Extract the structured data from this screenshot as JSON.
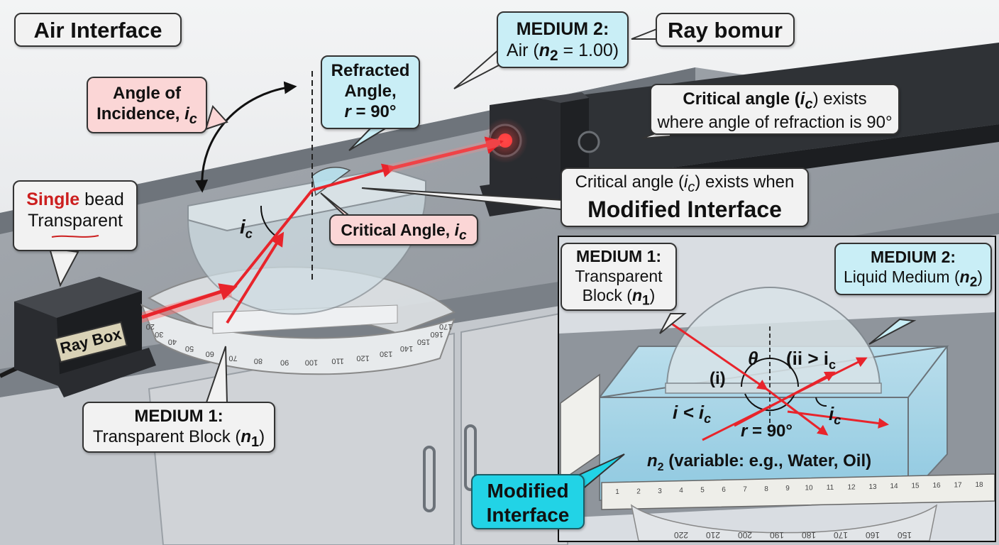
{
  "labels": {
    "air_interface": "Air Interface",
    "ray_bomur": "Ray bomur",
    "medium2_air_title": "MEDIUM 2:",
    "medium2_air_body_pre": "Air (",
    "medium2_air_n": "n",
    "medium2_air_sub": "2",
    "medium2_air_body_post": " = 1.00)",
    "refracted_title": "Refracted",
    "refracted_angle": "Angle,",
    "refracted_r": "r",
    "refracted_eq": " = 90°",
    "angle_incidence_1": "Angle of",
    "angle_incidence_2": "Incidence, ",
    "ic_i": "i",
    "ic_c": "c",
    "single_word": "Single",
    "single_rest": " bead",
    "transparent_word": "Transparent",
    "critical_top_1a": "Critical angle (",
    "critical_top_1b": ") exists",
    "critical_top_2": "where angle of refraction is 90°",
    "critical_mid_1a": "Critical angle (",
    "critical_mid_1b": ") exists when",
    "critical_mid_2": "Modified Interface",
    "critical_angle_label": "Critical Angle, ",
    "ray_box": "Ray Box",
    "medium1_main_title": "MEDIUM 1:",
    "medium1_main_body": "Transparent Block (",
    "medium1_main_n": "n",
    "medium1_main_sub": "1",
    "paren_close": ")",
    "inset_m1_title": "MEDIUM 1:",
    "inset_m1_l1": "Transparent",
    "inset_m1_l2": "Block (",
    "inset_m2_title": "MEDIUM 2:",
    "inset_m2_body": "Liquid Medium (",
    "inset_m2_n": "n",
    "inset_m2_sub": "2",
    "theta": "θ",
    "ii_gt_ic_a": "(ii > i",
    "ii_gt_ic_c": "c",
    "i_paren": "(i)",
    "i_lt_ic_a": "i < i",
    "i_lt_ic_c": "c",
    "ic_inset_i": "i",
    "ic_inset_c": "c",
    "r90_r": "r",
    "r90_eq": " = 90°",
    "n2_variable_n": "n",
    "n2_variable_sub": "2",
    "n2_variable_rest": " (variable: e.g., Water, Oil)",
    "modified_1": "Modified",
    "modified_2": "Interface",
    "ic_block_i": "i",
    "ic_block_c": "c"
  },
  "protractor_ticks": [
    "20",
    "30",
    "40",
    "50",
    "60",
    "70",
    "80",
    "90",
    "100",
    "110",
    "120",
    "130",
    "140",
    "150",
    "160",
    "170"
  ],
  "inset_protractor_ticks": [
    "220",
    "210",
    "200",
    "190",
    "180",
    "170",
    "160",
    "150"
  ],
  "ruler_ticks": [
    "1",
    "2",
    "3",
    "4",
    "5",
    "6",
    "7",
    "8",
    "9",
    "10",
    "11",
    "12",
    "13",
    "14",
    "15",
    "16",
    "17",
    "18"
  ],
  "colors": {
    "ray": "#e8242b",
    "callout_pink": "#fbd6d6",
    "callout_blue": "#c9eef6",
    "callout_cyan": "#22d3e6",
    "callout_white": "#f2f2f2",
    "counter_top": "#9aa0a7",
    "cabinet": "#c4c8cd"
  }
}
